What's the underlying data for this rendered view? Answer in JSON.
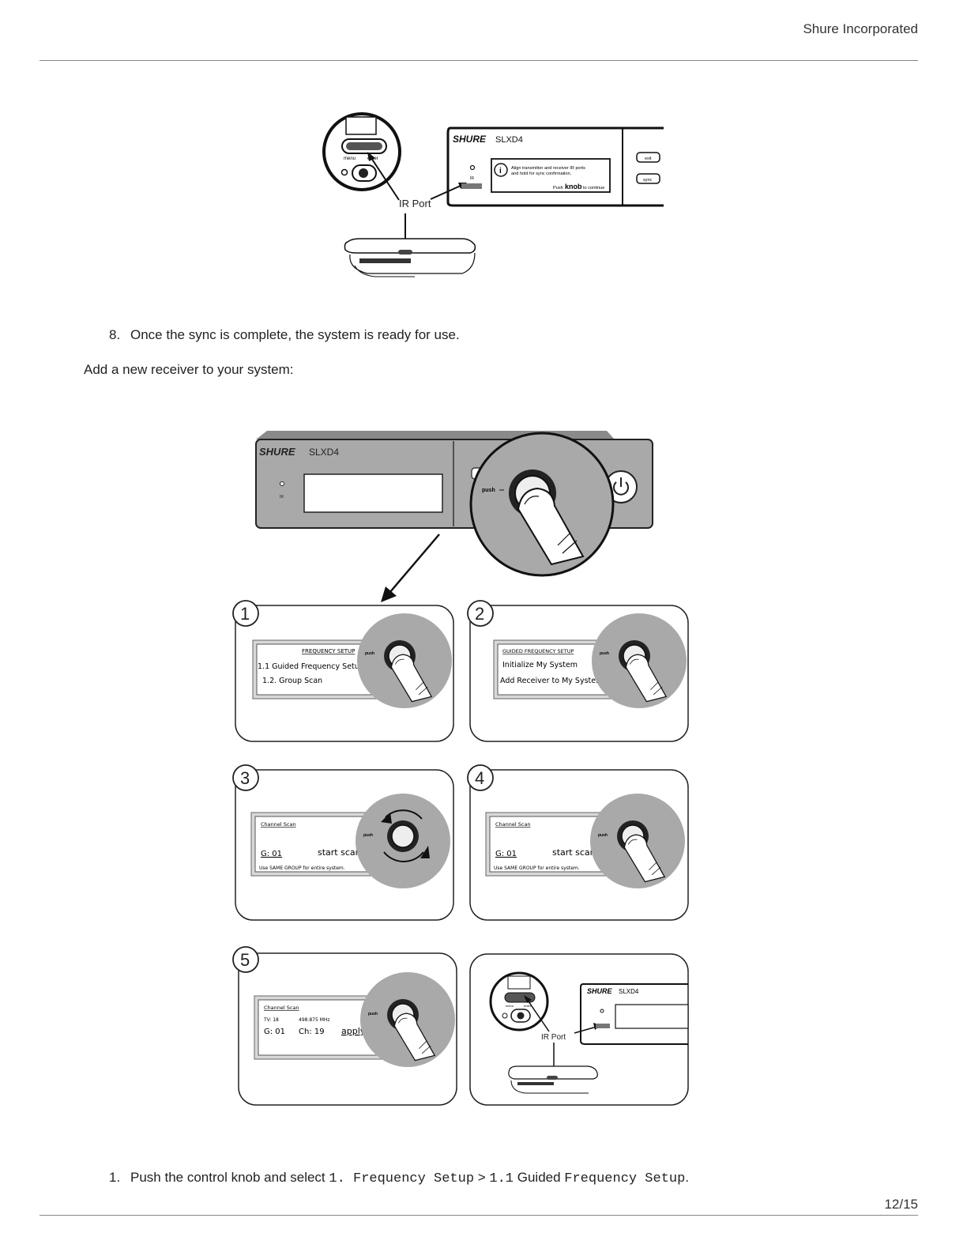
{
  "header": {
    "company": "Shure Incorporated"
  },
  "figure1": {
    "brand": "SHURE",
    "model": "SLXD4",
    "ir_label": "IR",
    "ir_port_label": "IR Port",
    "tx_menu": "menu",
    "tx_enter": "enter",
    "info_line1": "Align transmitter and receiver IR ports",
    "info_line2": "and hold for sync confirmation.",
    "push_text": "Push",
    "knob_text": "knob",
    "continue_text": "to continue",
    "exit_label": "exit",
    "sync_label": "sync"
  },
  "step8": {
    "number": "8.",
    "text": "Once the sync is complete, the system is ready for use."
  },
  "intro": "Add a new receiver to your system:",
  "figure2": {
    "brand": "SHURE",
    "model": "SLXD4",
    "ir_label": "IR",
    "push_label": "push",
    "panel1": {
      "number": "1",
      "title": "FREQUENCY SETUP",
      "line1": "1.1  Guided Frequency Setup",
      "line2": "1.2. Group Scan"
    },
    "panel2": {
      "number": "2",
      "title": "GUIDED FREQUENCY SETUP",
      "line1": "Initialize My System",
      "line2": "Add Receiver to My System"
    },
    "panel3": {
      "number": "3",
      "title": "Channel Scan",
      "group": "G: 01",
      "action": "start scan",
      "note": "Use SAME GROUP for entire system."
    },
    "panel4": {
      "number": "4",
      "title": "Channel Scan",
      "group": "G: 01",
      "action": "start scan",
      "note": "Use SAME GROUP for entire system."
    },
    "panel5": {
      "number": "5",
      "title": "Channel Scan",
      "tv": "TV: 18",
      "freq": "498.875 MHz",
      "group": "G: 01",
      "channel": "Ch: 19",
      "action": "apply"
    },
    "panel6": {
      "brand": "SHURE",
      "model": "SLXD4",
      "ir_port_label": "IR Port",
      "tx_menu": "menu",
      "tx_enter": "enter"
    }
  },
  "step1": {
    "number": "1.",
    "text_before": "Push the control knob and select ",
    "code1": "1. Frequency Setup",
    "sep": " > ",
    "code2": "1.1",
    "word": " Guided ",
    "code3": "Frequency Setup",
    "end": "."
  },
  "footer": {
    "page": "12/15"
  }
}
